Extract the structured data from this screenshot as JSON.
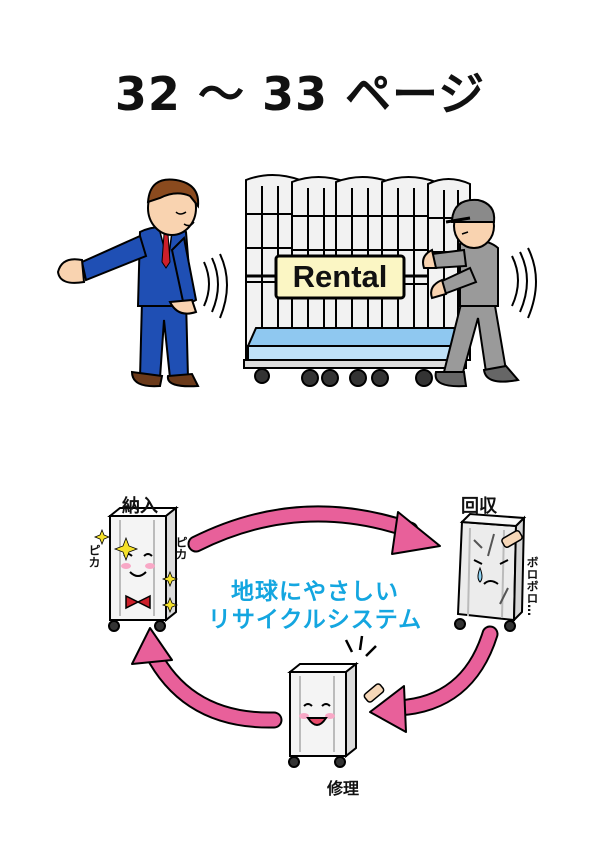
{
  "page_title": "32 ～ 33 ページ",
  "rental_sign": "Rental",
  "cycle": {
    "delivery_label": "納入",
    "collection_label": "回収",
    "repair_label": "修理",
    "slogan_line1": "地球にやさしい",
    "slogan_line2": "リサイクルシステム",
    "pika_left": "ピカ",
    "pika_right": "ピカ",
    "boroboro": "ボロボロ…"
  },
  "colors": {
    "arrow": "#e8609a",
    "slogan": "#14a6e0",
    "suit": "#1f4fb4",
    "worker": "#9a9a9a",
    "tray": "#8fc8f0",
    "sign_bg": "#fbf6c4"
  }
}
